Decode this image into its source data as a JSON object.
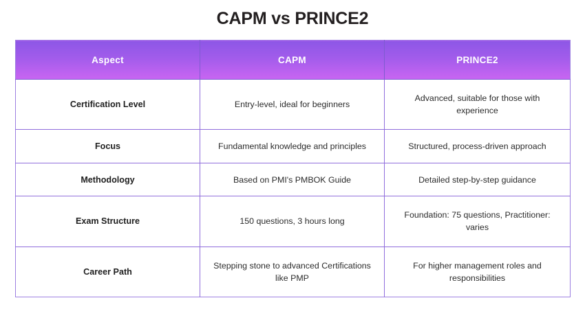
{
  "title": "CAPM vs PRINCE2",
  "colors": {
    "header_gradient_top": "#8d57e6",
    "header_gradient_bottom": "#c866f2",
    "border": "#8f6cdc",
    "title_text": "#231f20",
    "header_text": "#ffffff",
    "body_text": "#2b2b2b",
    "background": "#ffffff"
  },
  "table": {
    "headers": [
      "Aspect",
      "CAPM",
      "PRINCE2"
    ],
    "rows": [
      {
        "aspect": "Certification Level",
        "capm": "Entry-level, ideal for beginners",
        "prince2": "Advanced, suitable for those with experience"
      },
      {
        "aspect": "Focus",
        "capm": "Fundamental knowledge and principles",
        "prince2": "Structured, process-driven approach"
      },
      {
        "aspect": "Methodology",
        "capm": "Based on PMI's PMBOK Guide",
        "prince2": "Detailed step-by-step guidance"
      },
      {
        "aspect": "Exam Structure",
        "capm": "150 questions, 3 hours long",
        "prince2": "Foundation: 75 questions, Practitioner: varies"
      },
      {
        "aspect": "Career Path",
        "capm": "Stepping stone to advanced Certifications like PMP",
        "prince2": "For higher management roles and responsibilities"
      }
    ]
  }
}
